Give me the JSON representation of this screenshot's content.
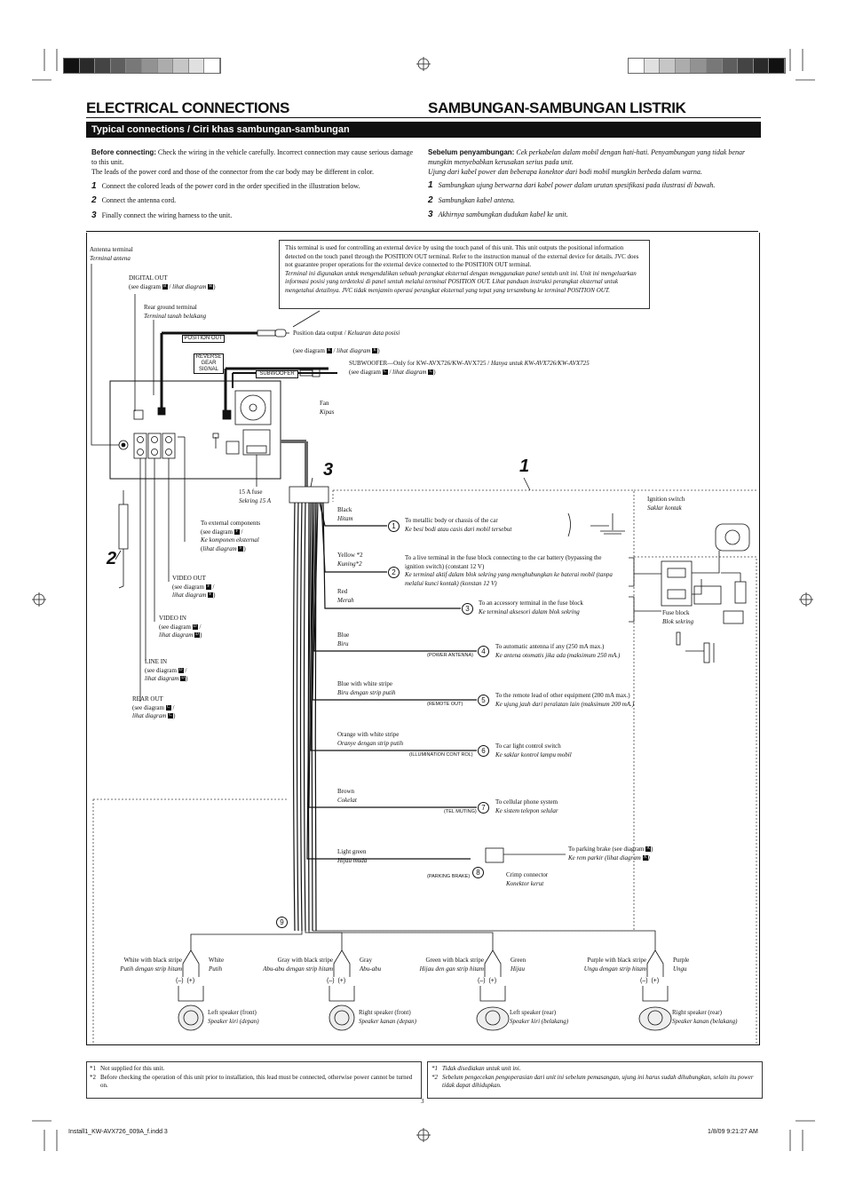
{
  "header": {
    "title_en": "ELECTRICAL CONNECTIONS",
    "title_id": "SAMBUNGAN-SAMBUNGAN LISTRIK",
    "section_bar": "Typical connections / Ciri khas sambungan-sambungan",
    "color_bars_left": [
      "#111111",
      "#2a2a2a",
      "#444444",
      "#5e5e5e",
      "#787878",
      "#929292",
      "#acacac",
      "#c6c6c6",
      "#e0e0e0",
      "#ffffff"
    ],
    "color_bars_right": [
      "#ffffff",
      "#e0e0e0",
      "#c6c6c6",
      "#acacac",
      "#929292",
      "#787878",
      "#5e5e5e",
      "#444444",
      "#2a2a2a",
      "#111111"
    ]
  },
  "intro_en": {
    "label": "Before connecting:",
    "text": "Check the wiring in the vehicle carefully. Incorrect connection may cause serious damage to this unit.",
    "text2": "The leads of the power cord and those of the connector from the car body may be different in color.",
    "steps": [
      {
        "n": "1",
        "text": "Connect the colored leads of the power cord in the order specified in the illustration below."
      },
      {
        "n": "2",
        "text": "Connect the antenna cord."
      },
      {
        "n": "3",
        "text": "Finally connect the wiring harness to the unit."
      }
    ]
  },
  "intro_id": {
    "label": "Sebelum penyambungan:",
    "text": "Cek perkabelan dalam mobil dengan hati-hati. Penyambungan yang tidak benar mungkin menyebabkan kerusakan serius pada unit.",
    "text2": "Ujung dari kabel power dan beberapa konektor dari bodi mobil mungkin berbeda dalam warna.",
    "steps": [
      {
        "n": "1",
        "text": "Sambungkan ujung berwarna dari kabel power dalam urutan spesifikasi pada ilustrasi di bawah."
      },
      {
        "n": "2",
        "text": "Sambungkan kabel antena."
      },
      {
        "n": "3",
        "text": "Akhirnya sambungkan dudukan kabel ke unit."
      }
    ]
  },
  "diagram": {
    "note_en": "This terminal is used for controlling an external device by using the touch panel of this unit. This unit outputs the positional information detected on the touch panel through the POSITION OUT terminal. Refer to the instruction manual of the external device for details. JVC does not guarantee proper operations for the external device connected to the POSITION OUT terminal.",
    "note_id": "Terminal ini digunakan untuk mengendalikan sebuah perangkat eksternal dengan menggunakan panel sentuh unit ini. Unit ini mengeluarkan informasi posisi yang terdeteksi di panel sentuh melalui terminal POSITION OUT. Lihat panduan instruksi perangkat eksternal untuk mengetahui detailnya. JVC tidak menjamin operasi perangkat eksternal yang tepat yang tersambung ke terminal POSITION OUT.",
    "antenna": {
      "en": "Antenna terminal",
      "id": "Terminal antena"
    },
    "digital_out": {
      "title": "DIGITAL OUT",
      "ref_en": "(see diagram",
      "ref_id": "lihat diagram",
      "code": "B"
    },
    "rear_ground": {
      "en": "Rear ground terminal",
      "id": "Terminal tanah belakang"
    },
    "position_out_tag": "POSITION OUT",
    "position_data": {
      "en": "Position data output /",
      "id": "Keluaran data posisi"
    },
    "reverse_tag": "REVERSE GEAR SIGNAL",
    "reverse_ref": {
      "en": "(see diagram",
      "id": "lihat diagram",
      "code": "E"
    },
    "subwoofer_tag": "SUBWOOFER",
    "subwoofer": {
      "en": "SUBWOOFER—Only for KW-AVX726/KW-AVX725 /",
      "id": "Hanya untuk KW-AVX726/KW-AVX725",
      "ref_en": "(see diagram",
      "ref_id": "lihat diagram",
      "code": "C"
    },
    "fan": {
      "en": "Fan",
      "id": "Kipas"
    },
    "fuse15": {
      "en": "15 A fuse",
      "id": "Sekring 15 A"
    },
    "ext_comp": {
      "en": "To external components",
      "ref": "(see diagram",
      "id": "Ke komponen eksternal",
      "ref_id": "lihat diagram",
      "code": "F"
    },
    "video_out": {
      "title": "VIDEO OUT",
      "ref": "(see diagram",
      "ref_id": "lihat diagram",
      "code": "F"
    },
    "video_in": {
      "title": "VIDEO IN",
      "ref": "(see diagram",
      "ref_id": "lihat diagram",
      "code": "D"
    },
    "line_in": {
      "title": "LINE IN",
      "ref": "(see diagram",
      "ref_id": "lihat diagram",
      "code": "D"
    },
    "rear_out": {
      "title": "REAR OUT",
      "ref": "(see diagram",
      "ref_id": "lihat diagram",
      "code": "C"
    },
    "callouts": [
      "1",
      "2",
      "3"
    ],
    "ignition": {
      "en": "Ignition switch",
      "id": "Saklar kontak"
    },
    "fuse_block": {
      "en": "Fuse block",
      "id": "Blok sekring"
    },
    "wires": [
      {
        "color_en": "Black",
        "color_id": "Hitam",
        "num": "1",
        "dest_en": "To metallic body or chassis of the car",
        "dest_id": "Ke besi bodi atau casis dari mobil tersebut",
        "tag": ""
      },
      {
        "color_en": "Yellow *2",
        "color_id": "Kuning*2",
        "num": "2",
        "dest_en": "To a live terminal in the fuse block connecting to the car battery (bypassing the ignition switch) (constant 12 V)",
        "dest_id": "Ke terminal aktif dalam blok sekring yang menghubungkan ke baterai mobil (tanpa melalui kunci kontak) (konstan 12 V)",
        "tag": ""
      },
      {
        "color_en": "Red",
        "color_id": "Merah",
        "num": "3",
        "dest_en": "To an accessory terminal in the fuse block",
        "dest_id": "Ke terminal aksesori dalam blok sekring",
        "tag": ""
      },
      {
        "color_en": "Blue",
        "color_id": "Biru",
        "num": "4",
        "dest_en": "To automatic antenna if any (250 mA max.)",
        "dest_id": "Ke antena otomatis jika ada (maksimum 250 mA.)",
        "tag": "(POWER ANTENNA)"
      },
      {
        "color_en": "Blue with white stripe",
        "color_id": "Biru dengan strip putih",
        "num": "5",
        "dest_en": "To the remote lead of other equipment (200 mA max.)",
        "dest_id": "Ke ujung jauh dari peralatan lain (maksimum 200 mA.)",
        "tag": "(REMOTE OUT)"
      },
      {
        "color_en": "Orange with white stripe",
        "color_id": "Oranye dengan strip putih",
        "num": "6",
        "dest_en": "To car light control switch",
        "dest_id": "Ke saklar kontrol lampu mobil",
        "tag": "(ILLUMINATION CONT ROL)"
      },
      {
        "color_en": "Brown",
        "color_id": "Cokelat",
        "num": "7",
        "dest_en": "To cellular phone system",
        "dest_id": "Ke sistem telepon selular",
        "tag": "(TEL MUTING)"
      },
      {
        "color_en": "Light green",
        "color_id": "Hijau muda",
        "num": "8",
        "dest_en": "To parking brake (see diagram",
        "dest_id": "Ke rem parkir (lihat diagram",
        "tag": "(PARKING BRAKE)",
        "code": "A"
      }
    ],
    "crimp": {
      "en": "Crimp connector",
      "id": "Konektor kerut"
    },
    "harness_num": "9",
    "polarity_neg": "(–)",
    "polarity_pos": "(+)",
    "speakers": [
      {
        "neg_en": "White with black stripe",
        "neg_id": "Putih dengan strip hitam",
        "pos_en": "White",
        "pos_id": "Putih",
        "name_en": "Left speaker (front)",
        "name_id": "Speaker kiri (depan)"
      },
      {
        "neg_en": "Gray with black stripe",
        "neg_id": "Abu-abu dengan strip hitam",
        "pos_en": "Gray",
        "pos_id": "Abu-abu",
        "name_en": "Right speaker (front)",
        "name_id": "Speaker kanan (depan)"
      },
      {
        "neg_en": "Green with black stripe",
        "neg_id": "Hijau den gan strip hitam",
        "pos_en": "Green",
        "pos_id": "Hijau",
        "name_en": "Left speaker (rear)",
        "name_id": "Speaker kiri (belakang)"
      },
      {
        "neg_en": "Purple with black stripe",
        "neg_id": "Ungu dengan strip hitam",
        "pos_en": "Purple",
        "pos_id": "Ungu",
        "name_en": "Right speaker (rear)",
        "name_id": "Speaker kanan (belakang)"
      }
    ]
  },
  "footnotes_en": [
    {
      "mark": "*1",
      "text": "Not supplied for this unit."
    },
    {
      "mark": "*2",
      "text": "Before checking the operation of this unit prior to installation, this lead must be connected, otherwise power cannot be turned on."
    }
  ],
  "footnotes_id": [
    {
      "mark": "*1",
      "text": "Tidak disediakan untuk unit ini."
    },
    {
      "mark": "*2",
      "text": "Sebelum pengecekan pengoperasian dari unit ini sebelum pemasangan, ujung ini harus sudah dihubungkan, selain itu power tidak dapat dihidupkan."
    }
  ],
  "footer": {
    "page": "3",
    "file": "Install1_KW-AVX726_009A_f.indd   3",
    "date": "1/8/09   9:21:27 AM"
  }
}
